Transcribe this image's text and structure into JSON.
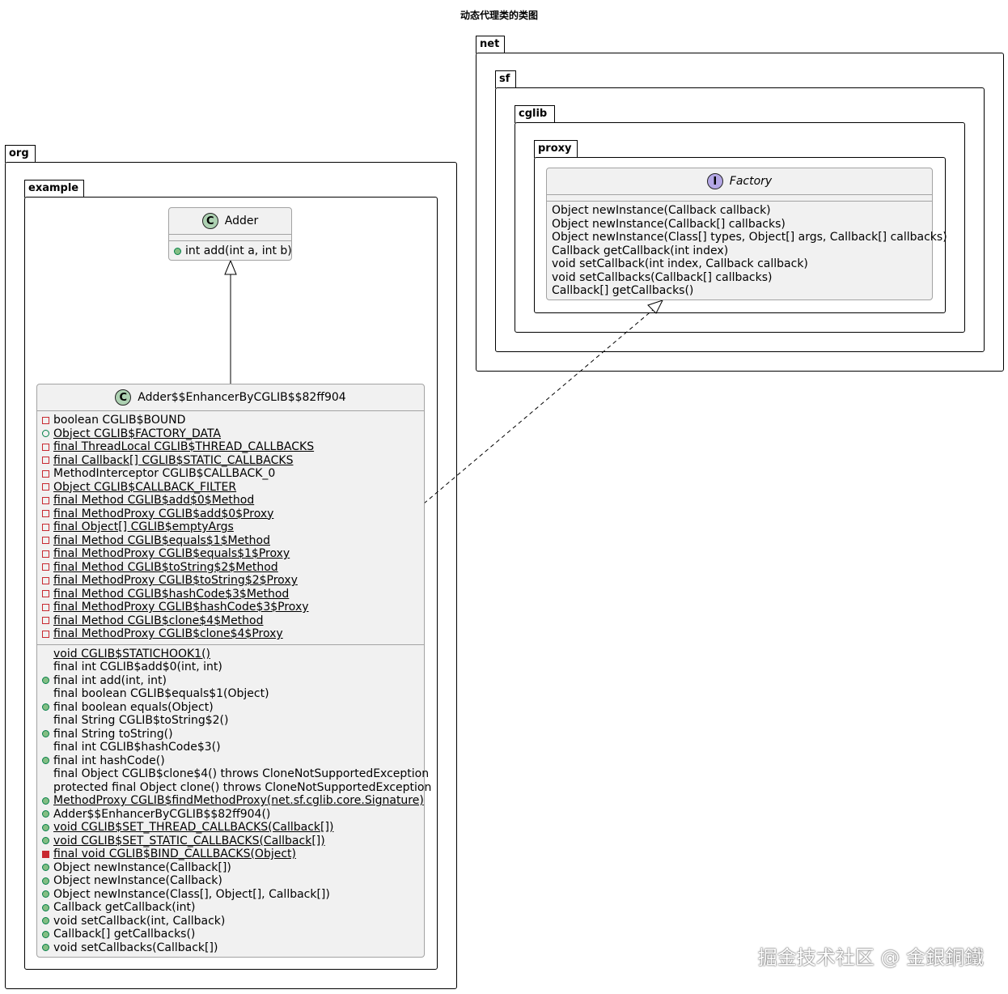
{
  "title": "动态代理类的类图",
  "packages": {
    "org": "org",
    "example": "example",
    "net": "net",
    "sf": "sf",
    "cglib": "cglib",
    "proxy": "proxy"
  },
  "adder": {
    "stereotype": "C",
    "name": "Adder",
    "methods": [
      {
        "vis": "pub",
        "text": "int add(int a, int b)",
        "static": false
      }
    ]
  },
  "factory": {
    "stereotype": "I",
    "name": "Factory",
    "methods": [
      {
        "text": "Object newInstance(Callback callback)"
      },
      {
        "text": "Object newInstance(Callback[] callbacks)"
      },
      {
        "text": "Object newInstance(Class[] types, Object[] args, Callback[] callbacks)"
      },
      {
        "text": "Callback getCallback(int index)"
      },
      {
        "text": "void setCallback(int index, Callback callback)"
      },
      {
        "text": "void setCallbacks(Callback[] callbacks)"
      },
      {
        "text": "Callback[] getCallbacks()"
      }
    ]
  },
  "enhancer": {
    "stereotype": "C",
    "name": "Adder$$EnhancerByCGLIB$$82ff904",
    "fields": [
      {
        "vis": "priv",
        "text": "boolean CGLIB$BOUND",
        "static": false
      },
      {
        "vis": "pub-o",
        "text": "Object CGLIB$FACTORY_DATA",
        "static": true
      },
      {
        "vis": "priv",
        "text": "final ThreadLocal CGLIB$THREAD_CALLBACKS",
        "static": true
      },
      {
        "vis": "priv",
        "text": "final Callback[] CGLIB$STATIC_CALLBACKS",
        "static": true
      },
      {
        "vis": "priv",
        "text": "MethodInterceptor CGLIB$CALLBACK_0",
        "static": false
      },
      {
        "vis": "priv",
        "text": "Object CGLIB$CALLBACK_FILTER",
        "static": true
      },
      {
        "vis": "priv",
        "text": "final Method CGLIB$add$0$Method",
        "static": true
      },
      {
        "vis": "priv",
        "text": "final MethodProxy CGLIB$add$0$Proxy",
        "static": true
      },
      {
        "vis": "priv",
        "text": "final Object[] CGLIB$emptyArgs",
        "static": true
      },
      {
        "vis": "priv",
        "text": "final Method CGLIB$equals$1$Method",
        "static": true
      },
      {
        "vis": "priv",
        "text": "final MethodProxy CGLIB$equals$1$Proxy",
        "static": true
      },
      {
        "vis": "priv",
        "text": "final Method CGLIB$toString$2$Method",
        "static": true
      },
      {
        "vis": "priv",
        "text": "final MethodProxy CGLIB$toString$2$Proxy",
        "static": true
      },
      {
        "vis": "priv",
        "text": "final Method CGLIB$hashCode$3$Method",
        "static": true
      },
      {
        "vis": "priv",
        "text": "final MethodProxy CGLIB$hashCode$3$Proxy",
        "static": true
      },
      {
        "vis": "priv",
        "text": "final Method CGLIB$clone$4$Method",
        "static": true
      },
      {
        "vis": "priv",
        "text": "final MethodProxy CGLIB$clone$4$Proxy",
        "static": true
      }
    ],
    "methods": [
      {
        "vis": "none",
        "text": "void CGLIB$STATICHOOK1()",
        "static": true
      },
      {
        "vis": "none",
        "text": "final int CGLIB$add$0(int, int)",
        "static": false
      },
      {
        "vis": "pub",
        "text": "final int add(int, int)",
        "static": false
      },
      {
        "vis": "none",
        "text": "final boolean CGLIB$equals$1(Object)",
        "static": false
      },
      {
        "vis": "pub",
        "text": "final boolean equals(Object)",
        "static": false
      },
      {
        "vis": "none",
        "text": "final String CGLIB$toString$2()",
        "static": false
      },
      {
        "vis": "pub",
        "text": "final String toString()",
        "static": false
      },
      {
        "vis": "none",
        "text": "final int CGLIB$hashCode$3()",
        "static": false
      },
      {
        "vis": "pub",
        "text": "final int hashCode()",
        "static": false
      },
      {
        "vis": "none",
        "text": "final Object CGLIB$clone$4() throws CloneNotSupportedException",
        "static": false
      },
      {
        "vis": "none",
        "text": "protected final Object clone() throws CloneNotSupportedException",
        "static": false
      },
      {
        "vis": "pub",
        "text": "MethodProxy CGLIB$findMethodProxy(net.sf.cglib.core.Signature)",
        "static": true
      },
      {
        "vis": "pub",
        "text": "Adder$$EnhancerByCGLIB$$82ff904()",
        "static": false
      },
      {
        "vis": "pub",
        "text": "void CGLIB$SET_THREAD_CALLBACKS(Callback[])",
        "static": true
      },
      {
        "vis": "pub",
        "text": "void CGLIB$SET_STATIC_CALLBACKS(Callback[])",
        "static": true
      },
      {
        "vis": "priv-f",
        "text": "final void CGLIB$BIND_CALLBACKS(Object)",
        "static": true
      },
      {
        "vis": "pub",
        "text": "Object newInstance(Callback[])",
        "static": false
      },
      {
        "vis": "pub",
        "text": "Object newInstance(Callback)",
        "static": false
      },
      {
        "vis": "pub",
        "text": "Object newInstance(Class[], Object[], Callback[])",
        "static": false
      },
      {
        "vis": "pub",
        "text": "Callback getCallback(int)",
        "static": false
      },
      {
        "vis": "pub",
        "text": "void setCallback(int, Callback)",
        "static": false
      },
      {
        "vis": "pub",
        "text": "Callback[] getCallbacks()",
        "static": false
      },
      {
        "vis": "pub",
        "text": "void setCallbacks(Callback[])",
        "static": false
      }
    ]
  },
  "relations": [
    {
      "from": "Adder$$EnhancerByCGLIB$$82ff904",
      "to": "Adder",
      "kind": "extends"
    },
    {
      "from": "Adder$$EnhancerByCGLIB$$82ff904",
      "to": "Factory",
      "kind": "implements"
    }
  ],
  "watermark": "掘金技术社区 @ 金銀銅鐵"
}
